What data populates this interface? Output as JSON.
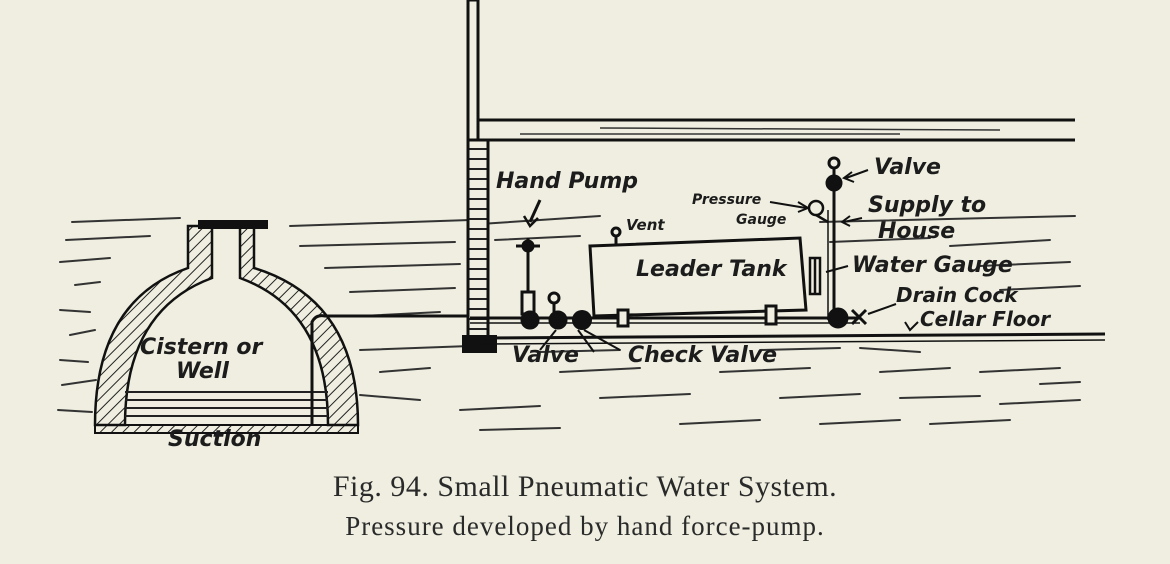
{
  "labels": {
    "hand_pump": "Hand Pump",
    "pressure": "Pressure",
    "gauge": "Gauge",
    "vent": "Vent",
    "valve_top": "Valve",
    "supply_to": "Supply to",
    "house": "House",
    "leader_tank": "Leader Tank",
    "water_gauge": "Water Gauge",
    "drain_cock": "Drain Cock",
    "cellar_floor": "Cellar Floor",
    "cistern_or": "Cistern or",
    "well": "Well",
    "valve_bottom": "Valve",
    "check_valve": "Check Valve",
    "suction": "Suction"
  },
  "caption": {
    "title": "Fig. 94.  Small Pneumatic Water System.",
    "subtitle": "Pressure developed by hand force-pump."
  },
  "colors": {
    "paper": "#efeee0",
    "ink": "#1c1c1c"
  }
}
